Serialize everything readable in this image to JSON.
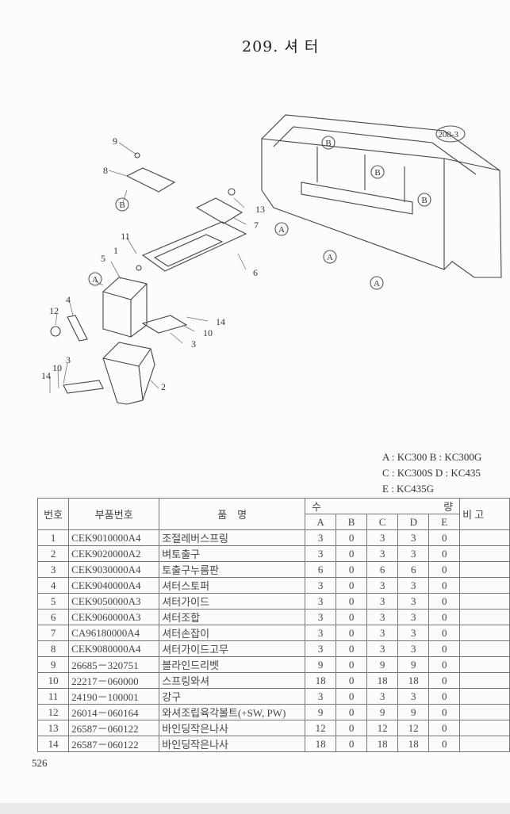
{
  "title": "209. 셔 터",
  "diagram": {
    "callouts": {
      "p9": "9",
      "p8": "8",
      "b1": "B",
      "p13": "13",
      "p7": "7",
      "p11": "11",
      "p1": "1",
      "p5": "5",
      "a1": "A",
      "p6": "6",
      "p4": "4",
      "p12": "12",
      "p14a": "14",
      "p10a": "10",
      "p3a": "3",
      "p2": "2",
      "p14b": "14",
      "p10b": "10",
      "p3b": "3",
      "b2": "B",
      "b3": "B",
      "b4": "B",
      "ref": "208-3",
      "a2": "A",
      "a3": "A",
      "a4": "A"
    }
  },
  "legend": {
    "line1": "A : KC300    B : KC300G",
    "line2": "C : KC300S  D : KC435",
    "line3": "E : KC435G"
  },
  "table": {
    "headers": {
      "no": "번호",
      "part_no": "부품번호",
      "name": "품    명",
      "qty_left": "수",
      "qty_right": "량",
      "remarks": "비 고",
      "cols": [
        "A",
        "B",
        "C",
        "D",
        "E"
      ]
    },
    "rows": [
      {
        "no": "1",
        "part_no": "CEK9010000A4",
        "name": "조절레버스프링",
        "qty": [
          "3",
          "0",
          "3",
          "3",
          "0"
        ]
      },
      {
        "no": "2",
        "part_no": "CEK9020000A2",
        "name": "벼토출구",
        "qty": [
          "3",
          "0",
          "3",
          "3",
          "0"
        ]
      },
      {
        "no": "3",
        "part_no": "CEK9030000A4",
        "name": "토출구누름판",
        "qty": [
          "6",
          "0",
          "6",
          "6",
          "0"
        ]
      },
      {
        "no": "4",
        "part_no": "CEK9040000A4",
        "name": "셔터스토퍼",
        "qty": [
          "3",
          "0",
          "3",
          "3",
          "0"
        ]
      },
      {
        "no": "5",
        "part_no": "CEK9050000A3",
        "name": "셔터가이드",
        "qty": [
          "3",
          "0",
          "3",
          "3",
          "0"
        ]
      },
      {
        "no": "6",
        "part_no": "CEK9060000A3",
        "name": "셔터조합",
        "qty": [
          "3",
          "0",
          "3",
          "3",
          "0"
        ]
      },
      {
        "no": "7",
        "part_no": "CA96180000A4",
        "name": "셔터손잡이",
        "qty": [
          "3",
          "0",
          "3",
          "3",
          "0"
        ]
      },
      {
        "no": "8",
        "part_no": "CEK9080000A4",
        "name": "셔터가이드고무",
        "qty": [
          "3",
          "0",
          "3",
          "3",
          "0"
        ]
      },
      {
        "no": "9",
        "part_no": "26685－320751",
        "name": "블라인드리벳",
        "qty": [
          "9",
          "0",
          "9",
          "9",
          "0"
        ]
      },
      {
        "no": "10",
        "part_no": "22217－060000",
        "name": "스프링와셔",
        "qty": [
          "18",
          "0",
          "18",
          "18",
          "0"
        ]
      },
      {
        "no": "11",
        "part_no": "24190－100001",
        "name": "강구",
        "qty": [
          "3",
          "0",
          "3",
          "3",
          "0"
        ]
      },
      {
        "no": "12",
        "part_no": "26014－060164",
        "name": "와셔조립육각볼트(+SW, PW)",
        "qty": [
          "9",
          "0",
          "9",
          "9",
          "0"
        ]
      },
      {
        "no": "13",
        "part_no": "26587－060122",
        "name": "바인딩작은나사",
        "qty": [
          "12",
          "0",
          "12",
          "12",
          "0"
        ]
      },
      {
        "no": "14",
        "part_no": "26587－060122",
        "name": "바인딩작은나사",
        "qty": [
          "18",
          "0",
          "18",
          "18",
          "0"
        ]
      }
    ]
  },
  "page_number": "526"
}
